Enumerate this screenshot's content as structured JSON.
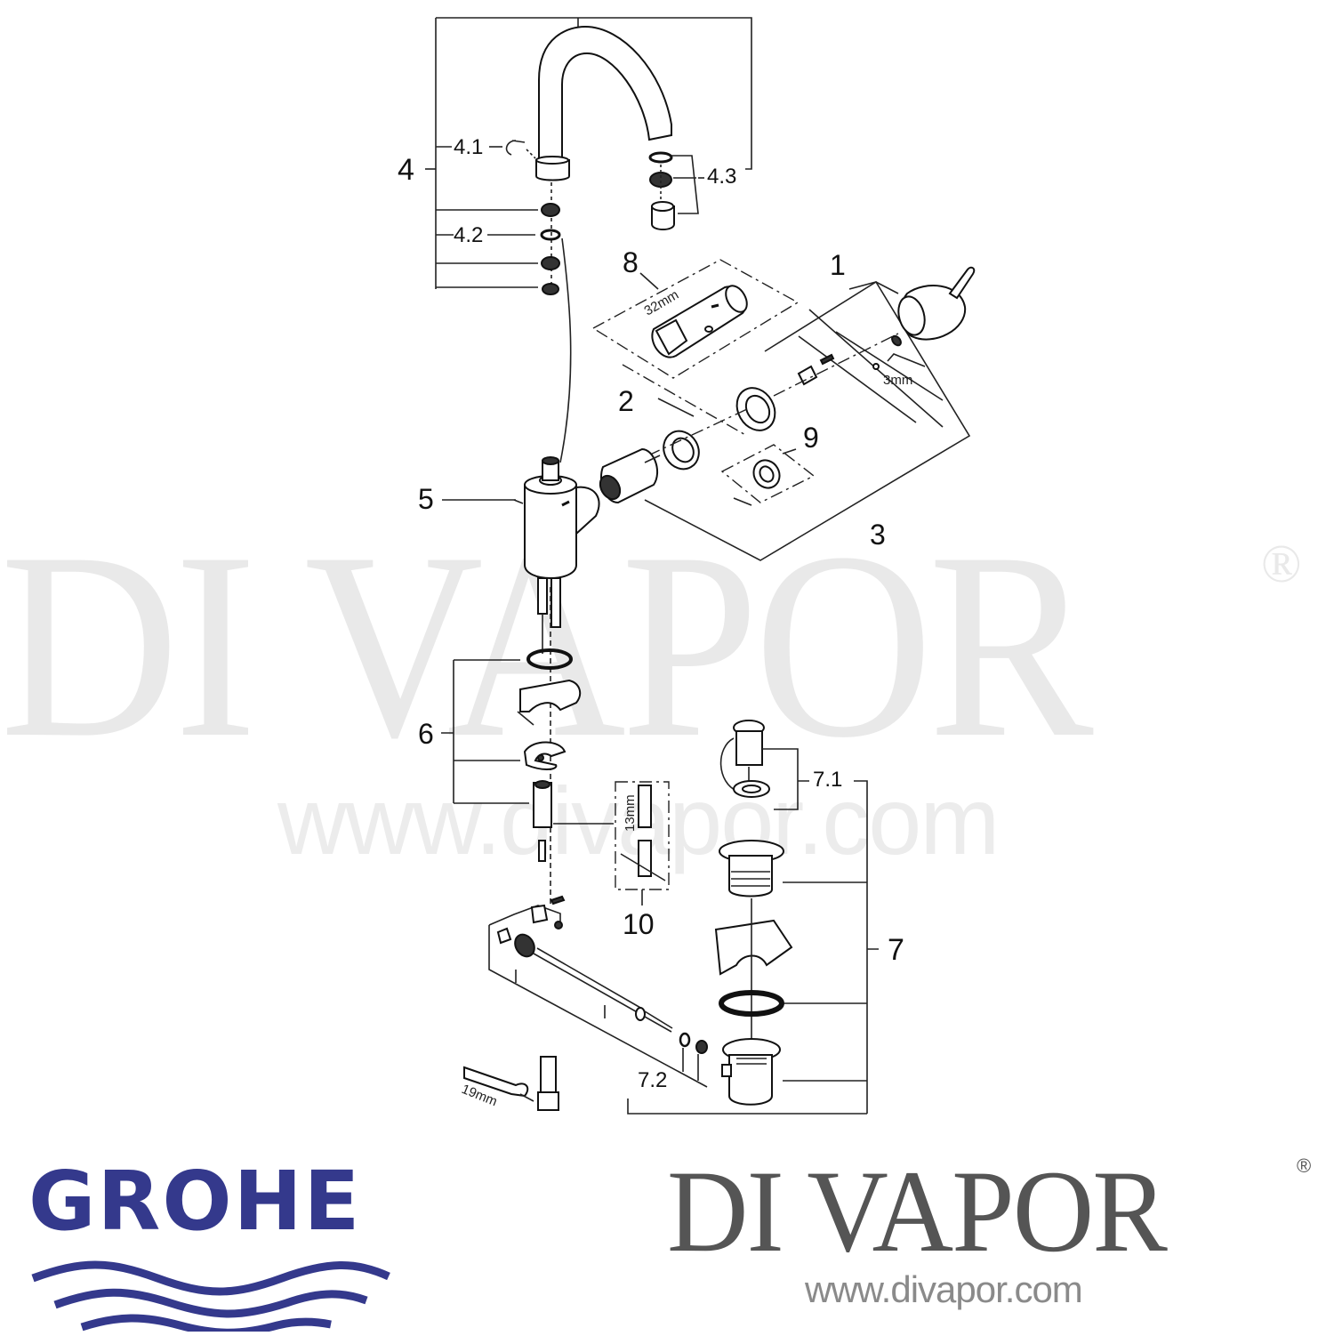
{
  "watermark": {
    "brand": "DI VAPOR",
    "registered": "®",
    "url": "www.divapor.com",
    "color": "#e9e9e9"
  },
  "diagram": {
    "title": "GROHE basin mixer exploded parts diagram",
    "part_labels": [
      {
        "id": "1",
        "label": "1",
        "desc": "lever handle"
      },
      {
        "id": "2",
        "label": "2",
        "desc": "cap / escutcheon ring"
      },
      {
        "id": "3",
        "label": "3",
        "desc": "cartridge assembly"
      },
      {
        "id": "4",
        "label": "4",
        "desc": "spout assembly"
      },
      {
        "id": "4.1",
        "label": "4.1",
        "desc": "spout clip"
      },
      {
        "id": "4.2",
        "label": "4.2",
        "desc": "o-ring"
      },
      {
        "id": "4.3",
        "label": "4.3",
        "desc": "aerator set"
      },
      {
        "id": "5",
        "label": "5",
        "desc": "mixer body"
      },
      {
        "id": "6",
        "label": "6",
        "desc": "fixing set"
      },
      {
        "id": "7",
        "label": "7",
        "desc": "pop-up waste assembly"
      },
      {
        "id": "7.1",
        "label": "7.1",
        "desc": "waste plug"
      },
      {
        "id": "7.2",
        "label": "7.2",
        "desc": "pull rod linkage"
      },
      {
        "id": "8",
        "label": "8",
        "desc": "cartridge tool"
      },
      {
        "id": "9",
        "label": "9",
        "desc": "limiter"
      },
      {
        "id": "10",
        "label": "10",
        "desc": "mounting tool"
      }
    ],
    "dimensions": {
      "tool_8": "32mm",
      "allen_key": "3mm",
      "tool_10": "13mm",
      "wrench": "19mm"
    }
  },
  "footer": {
    "grohe_logo_text": "GROHE",
    "grohe_color": "#34398c",
    "divapor_logo_text": "DI VAPOR",
    "divapor_registered": "®",
    "divapor_url": "www.divapor.com",
    "divapor_color": "#555555"
  }
}
